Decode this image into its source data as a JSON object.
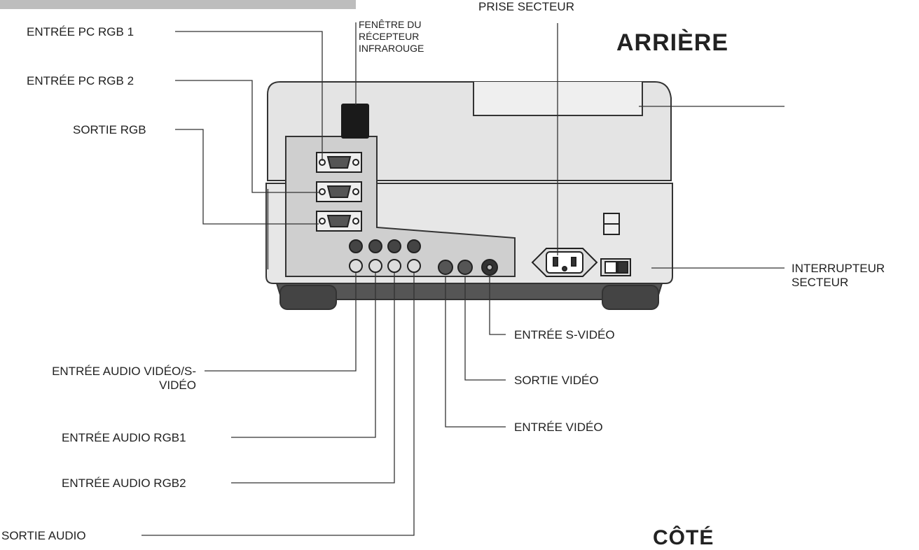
{
  "page": {
    "top_bar_color": "#bdbdbd"
  },
  "headings": {
    "rear": "ARRIÈRE",
    "side": "CÔTÉ"
  },
  "labels": {
    "pc_rgb_in_1": "ENTRÉE PC RGB 1",
    "pc_rgb_in_2": "ENTRÉE PC RGB 2",
    "rgb_out": "SORTIE RGB",
    "ir_window_line1": "FENÊTRE DU",
    "ir_window_line2": "RÉCEPTEUR",
    "ir_window_line3": "INFRAROUGE",
    "power_socket": "PRISE SECTEUR",
    "power_switch_line1": "INTERRUPTEUR",
    "power_switch_line2": "SECTEUR",
    "svideo_in": "ENTRÉE S-VIDÉO",
    "video_out": "SORTIE VIDÉO",
    "video_in": "ENTRÉE VIDÉO",
    "audio_video_in_line1": "ENTRÉE AUDIO VIDÉO/S-",
    "audio_video_in_line2": "VIDÉO",
    "audio_rgb1_in": "ENTRÉE AUDIO RGB1",
    "audio_rgb2_in": "ENTRÉE AUDIO RGB2",
    "audio_out": "SORTIE AUDIO"
  }
}
